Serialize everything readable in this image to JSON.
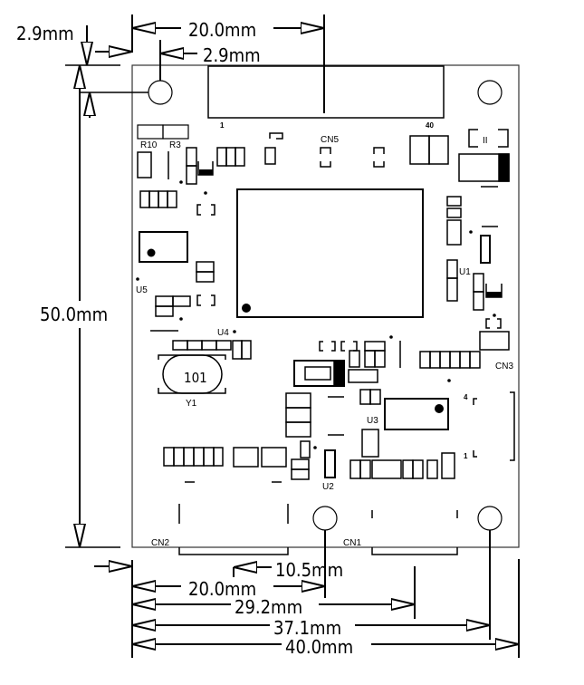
{
  "diagram": {
    "title": "PCB mechanical dimension drawing",
    "colors": {
      "line": "#000000",
      "background": "#ffffff",
      "board_outline": "#333333"
    },
    "dimensions": {
      "top_left_offset_y": "2.9mm",
      "top_width_to_center": "20.0mm",
      "top_hole_offset_x": "2.9mm",
      "board_height": "50.0mm",
      "bottom_10_5": "10.5mm",
      "bottom_20_0": "20.0mm",
      "bottom_29_2": "29.2mm",
      "bottom_37_1": "37.1mm",
      "bottom_40_0": "40.0mm"
    },
    "labels": {
      "cn5": "CN5",
      "cn5_pin1": "1",
      "cn5_pin40": "40",
      "r10": "R10",
      "r3": "R3",
      "u5": "U5",
      "u4": "U4",
      "u1": "U1",
      "u2": "U2",
      "u3": "U3",
      "y1": "Y1",
      "y1_mark": "101",
      "cn3": "CN3",
      "cn2": "CN2",
      "cn1": "CN1",
      "cn4_pin4": "4",
      "cn4_pin1": "1",
      "diode_mark": "II"
    }
  }
}
